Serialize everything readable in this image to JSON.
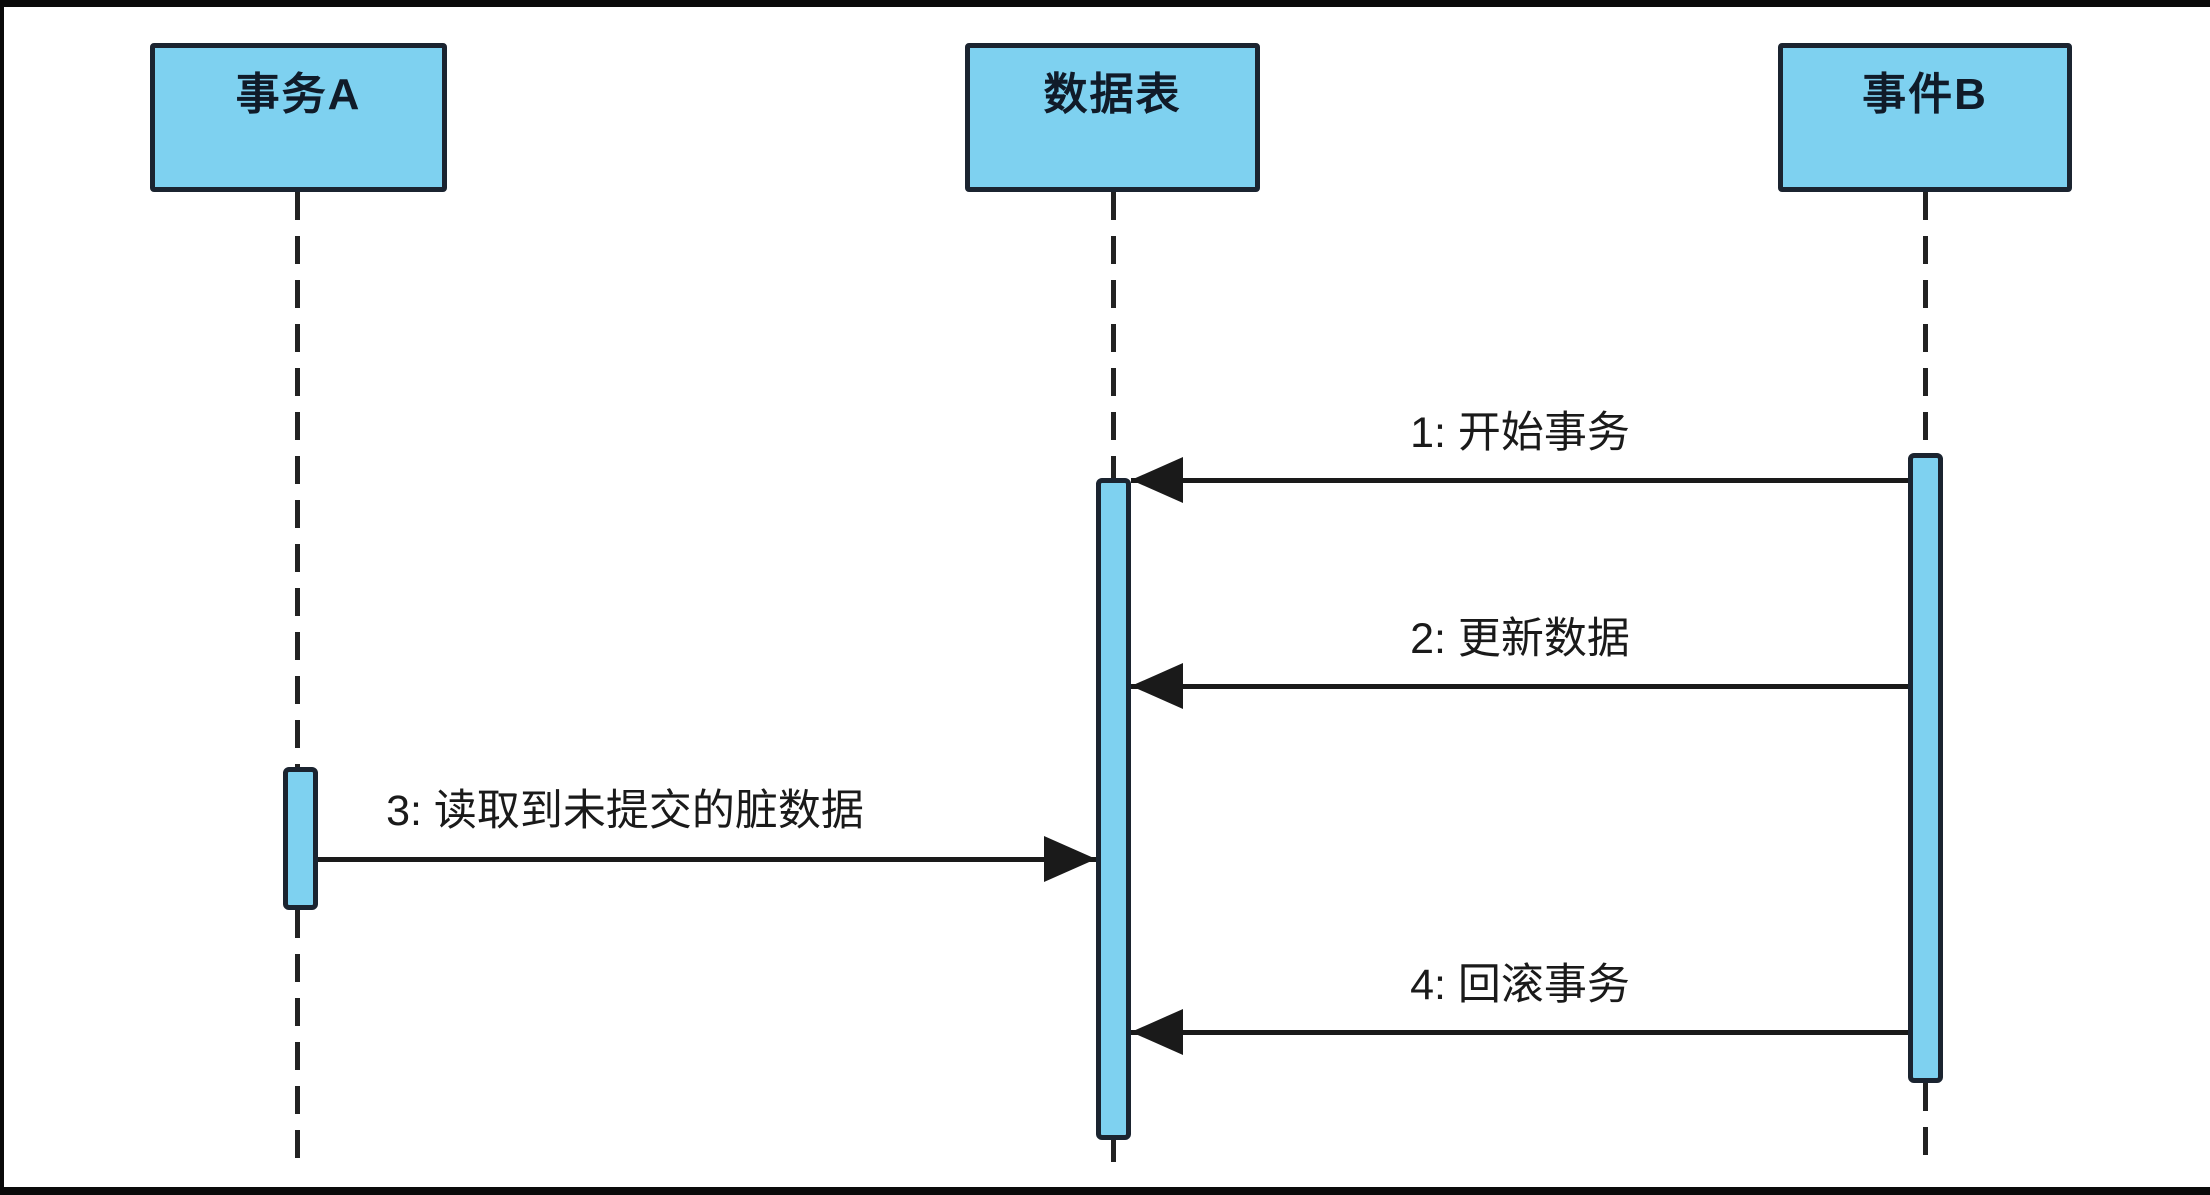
{
  "diagram": {
    "type": "uml-sequence",
    "background_color": "#ffffff",
    "node_fill_color": "#7ed1f0",
    "node_border_color": "#1b2430",
    "line_color": "#1a1a1a",
    "text_color": "#101b29"
  },
  "actors": [
    {
      "label": "事务A"
    },
    {
      "label": "数据表"
    },
    {
      "label": "事件B"
    }
  ],
  "messages": [
    {
      "label": "1: 开始事务",
      "from": "事件B",
      "to": "数据表",
      "direction": "left"
    },
    {
      "label": "2: 更新数据",
      "from": "事件B",
      "to": "数据表",
      "direction": "left"
    },
    {
      "label": "3: 读取到未提交的脏数据",
      "from": "事务A",
      "to": "数据表",
      "direction": "right"
    },
    {
      "label": "4: 回滚事务",
      "from": "事件B",
      "to": "数据表",
      "direction": "left"
    }
  ]
}
